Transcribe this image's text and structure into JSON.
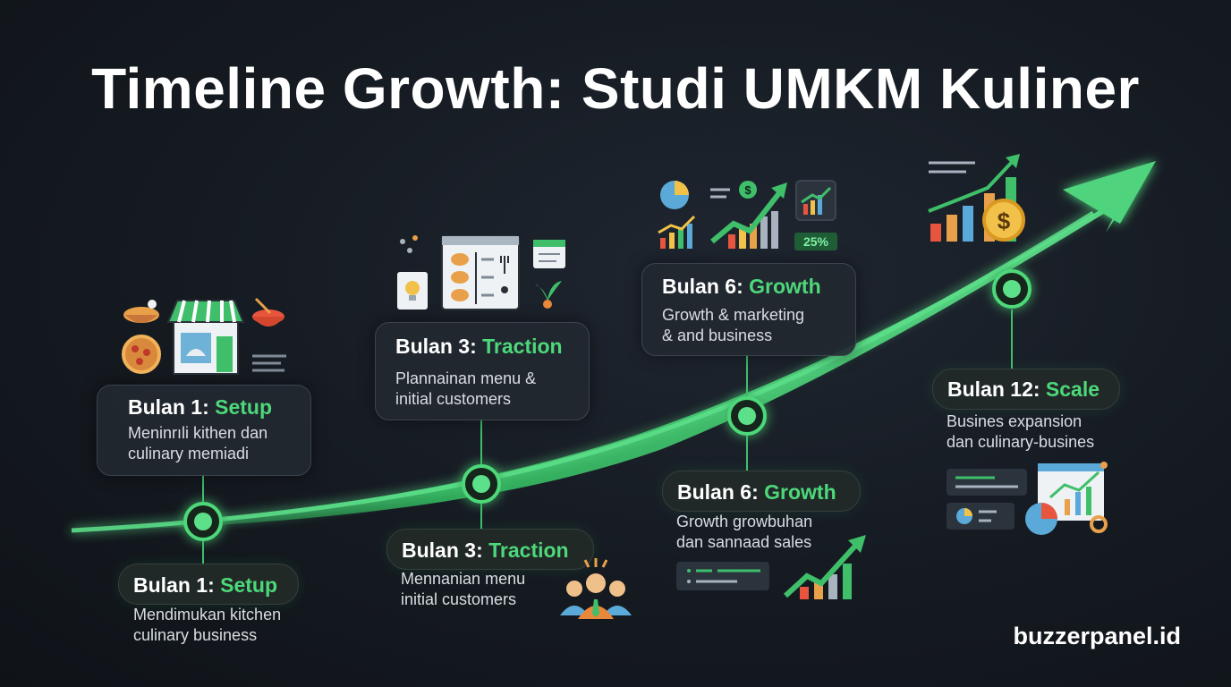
{
  "title": "Timeline Growth: Studi UMKM Kuliner",
  "brand": "buzzerpanel.id",
  "colors": {
    "accent": "#4dd87a",
    "background": "#151a21"
  },
  "milestones_upper": [
    {
      "prefix": "Bulan 1:",
      "stage": "Setup",
      "lines": [
        "Meninrıli kithen dan",
        "culinary memiadi"
      ],
      "icon": "restaurant-storefront-icon"
    },
    {
      "prefix": "Bulan 3:",
      "stage": "Traction",
      "lines": [
        "Plannainan menu &",
        "initial customers"
      ],
      "icon": "menu-planning-icon"
    },
    {
      "prefix": "Bulan 6:",
      "stage": "Growth",
      "lines": [
        "Growth & marketing",
        "& and business"
      ],
      "icon": "growth-charts-icon",
      "badge": "25%"
    },
    {
      "prefix": "Bulan 12:",
      "stage": "Scale",
      "lines": [
        "Busines expansion",
        "dan culinary-busines"
      ],
      "icon": "money-growth-chart-icon"
    }
  ],
  "milestones_lower": [
    {
      "prefix": "Bulan 1:",
      "stage": "Setup",
      "lines": [
        "Mendimukan kitchen",
        "culinary business"
      ]
    },
    {
      "prefix": "Bulan 3:",
      "stage": "Traction",
      "lines": [
        "Mennanian menu",
        "initial customers"
      ],
      "icon": "customers-group-icon"
    },
    {
      "prefix": "Bulan 6:",
      "stage": "Growth",
      "lines": [
        "Growth growbuhan",
        "dan sannaad sales"
      ],
      "icon": "sales-chart-icon"
    }
  ]
}
